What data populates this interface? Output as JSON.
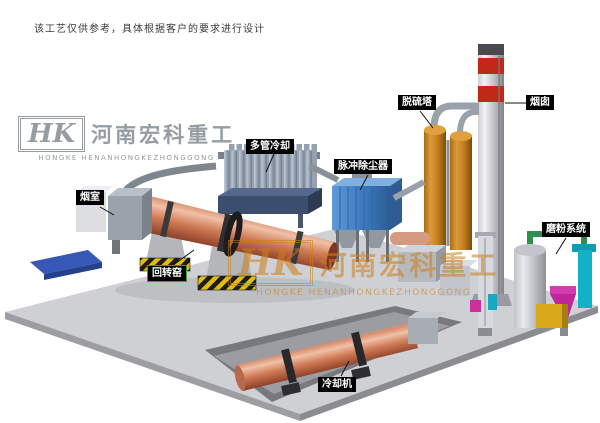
{
  "disclaimer": "该工艺仅供参考，具体根据客户的要求进行设计",
  "watermark": {
    "logo": "HK",
    "company_cn": "河南宏科重工",
    "company_en": "HONGKE HENANHONGKEZHONGGONG"
  },
  "labels": {
    "smoke_chamber": "烟室",
    "multi_tube_cooler": "多管冷却",
    "pulse_dust_collector": "脉冲除尘器",
    "desulfurization_tower": "脱硫塔",
    "chimney": "烟囱",
    "grinding_system": "磨粉系统",
    "rotary_kiln": "回转窑",
    "cooling_machine": "冷却机"
  },
  "colors": {
    "kiln_body": "#cf7a55",
    "dust_collector": "#3f7cc0",
    "desulfurization_tower": "#c8862a",
    "chimney_band": "#c22818",
    "label_bg": "#000000",
    "label_text": "#ffffff",
    "watermark_left": "#8d959c",
    "watermark_center": "#cf7d14",
    "floor": "#ced0d4"
  }
}
